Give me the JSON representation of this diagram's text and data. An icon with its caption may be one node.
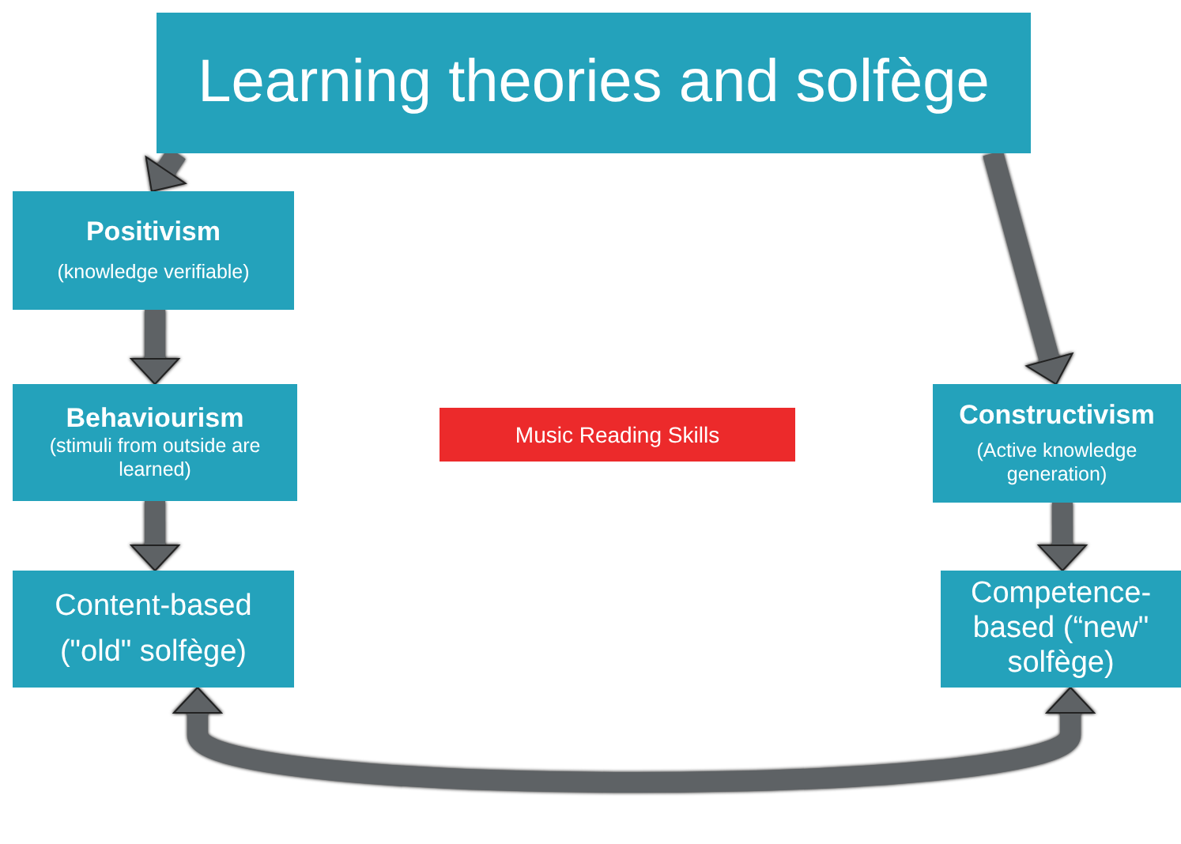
{
  "diagram": {
    "nodes": [
      {
        "text": [
          "Learning theories and solfège"
        ]
      },
      {
        "text": [
          "Positivism",
          "(knowledge verifiable)"
        ]
      },
      {
        "text": [
          "Behaviourism",
          "(stimuli from outside are learned)"
        ]
      },
      {
        "text": [
          "Content-based (\"old\" solfège)"
        ]
      },
      {
        "text": [
          "Music Reading Skills"
        ]
      },
      {
        "text": [
          "Constructivism",
          "(Active knowledge generation)"
        ]
      },
      {
        "text": [
          "Competence- based (“new\" solfège)"
        ]
      }
    ],
    "edges": [
      {
        "from": 0,
        "to": 1,
        "arrow": "to"
      },
      {
        "from": 0,
        "to": 5,
        "arrow": "to"
      },
      {
        "from": 1,
        "to": 2,
        "arrow": "to"
      },
      {
        "from": 2,
        "to": 3,
        "arrow": "to"
      },
      {
        "from": 5,
        "to": 6,
        "arrow": "to"
      },
      {
        "from": 3,
        "to": 6,
        "arrow": "both"
      }
    ]
  }
}
